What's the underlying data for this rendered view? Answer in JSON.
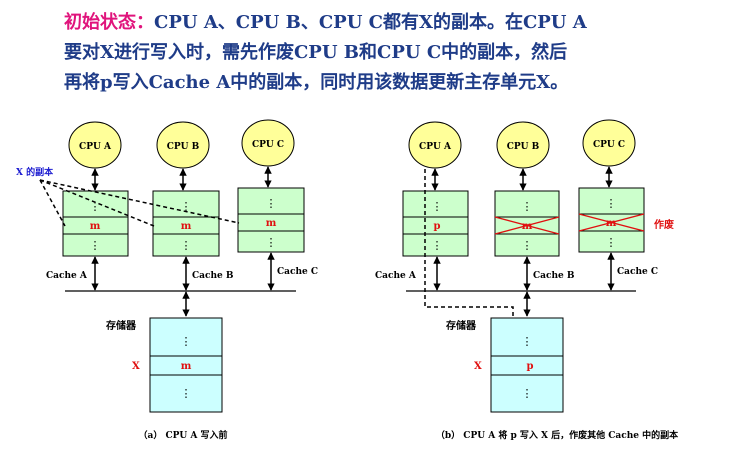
{
  "header": {
    "lead": "初始状态：",
    "line1_rest": "CPU A、CPU B、CPU C都有X的副本。在CPU A",
    "line2": "要对X进行写入时，需先作废CPU B和CPU C中的副本，然后",
    "line3": "再将p写入Cache A中的副本，同时用该数据更新主存单元X。"
  },
  "left": {
    "cpu_a": "CPU A",
    "cpu_b": "CPU B",
    "cpu_c": "CPU C",
    "copy_label": "X 的副本",
    "cache_a": "Cache A",
    "cache_b": "Cache B",
    "cache_c": "Cache C",
    "cell_a": "m",
    "cell_b": "m",
    "cell_c": "m",
    "mem_label": "存储器",
    "x_label": "X",
    "mem_cell": "m",
    "caption": "（a）  CPU A 写入前"
  },
  "right": {
    "cpu_a": "CPU A",
    "cpu_b": "CPU B",
    "cpu_c": "CPU C",
    "cache_a": "Cache A",
    "cache_b": "Cache B",
    "cache_c": "Cache C",
    "cell_a": "p",
    "cell_b": "m",
    "cell_c": "m",
    "invalid_label": "作废",
    "mem_label": "存储器",
    "x_label": "X",
    "mem_cell": "p",
    "caption": "（b）  CPU A 将 p 写入 X 后，作废其他 Cache 中的副本"
  },
  "dots": "⋮",
  "colors": {
    "title": "#1f3c88",
    "lead": "#e0147c",
    "cpu_fill": "#ffff99",
    "cache_fill": "#ccffcc",
    "mem_fill": "#ccffff",
    "red": "#e01010",
    "copy_label": "#1a1ad0"
  }
}
